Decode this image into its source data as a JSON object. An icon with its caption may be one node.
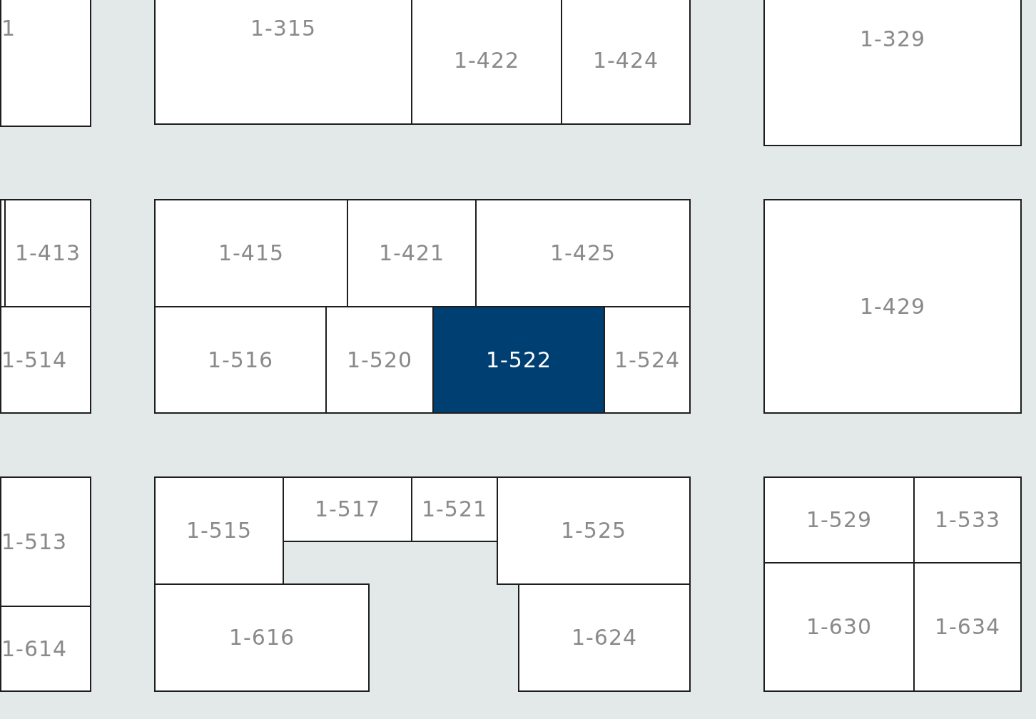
{
  "diagram": {
    "nodes": [
      {
        "text": [
          "1"
        ]
      },
      {
        "text": [
          "1-315"
        ]
      },
      {
        "text": [
          "1-422"
        ]
      },
      {
        "text": [
          "1-424"
        ]
      },
      {
        "text": [
          "1-329"
        ]
      },
      {
        "text": [],
        "shape": "box"
      },
      {
        "text": [
          "1-413"
        ]
      },
      {
        "text": [
          "1-415"
        ]
      },
      {
        "text": [
          "1-421"
        ]
      },
      {
        "text": [
          "1-425"
        ]
      },
      {
        "text": [
          "1-429"
        ]
      },
      {
        "text": [
          "1-514"
        ]
      },
      {
        "text": [
          "1-516"
        ]
      },
      {
        "text": [
          "1-520"
        ]
      },
      {
        "text": [
          "1-522"
        ]
      },
      {
        "text": [
          "1-524"
        ]
      },
      {
        "text": [
          "1-513"
        ]
      },
      {
        "text": [
          "1-614"
        ]
      },
      {
        "text": [
          "1-515"
        ]
      },
      {
        "text": [
          "1-517"
        ]
      },
      {
        "text": [
          "1-521"
        ]
      },
      {
        "text": [
          "1-525"
        ]
      },
      {
        "text": [
          "1-616"
        ]
      },
      {
        "text": [
          "1-624"
        ]
      },
      {
        "text": [
          "1-529"
        ]
      },
      {
        "text": [
          "1-533"
        ]
      },
      {
        "text": [
          "1-630"
        ]
      },
      {
        "text": [
          "1-634"
        ]
      }
    ]
  }
}
